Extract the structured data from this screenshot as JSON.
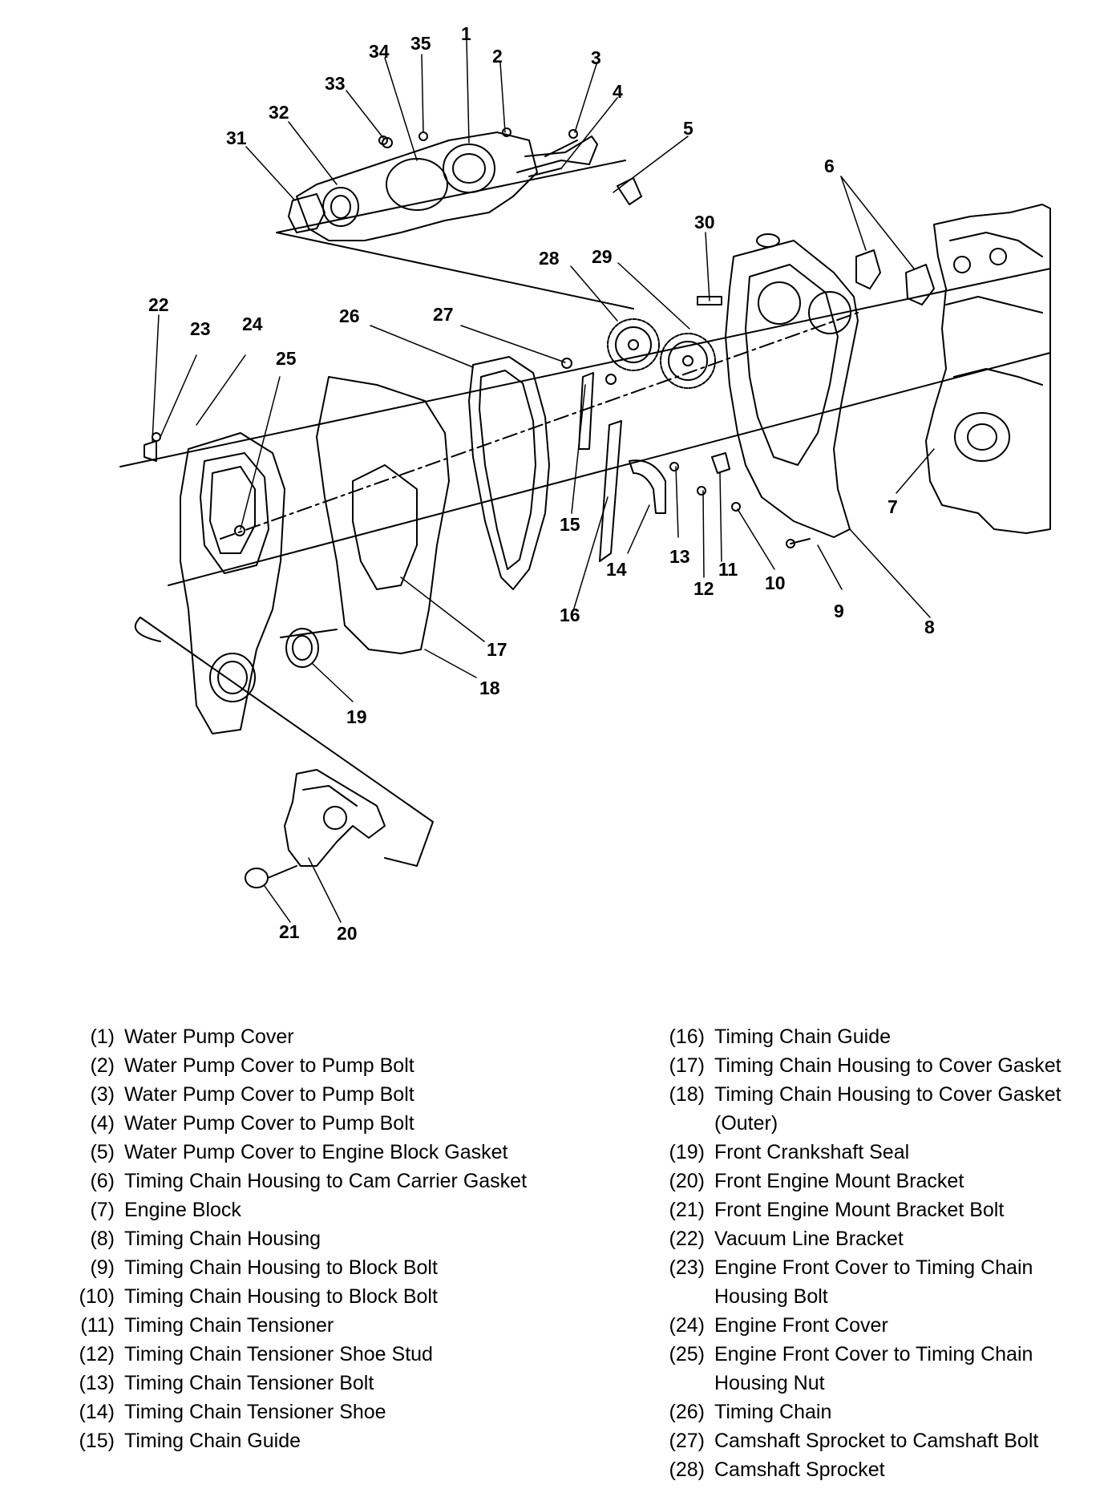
{
  "callouts": [
    "1",
    "2",
    "3",
    "4",
    "5",
    "6",
    "7",
    "8",
    "9",
    "10",
    "11",
    "12",
    "13",
    "14",
    "15",
    "16",
    "17",
    "18",
    "19",
    "20",
    "21",
    "22",
    "23",
    "24",
    "25",
    "26",
    "27",
    "28",
    "29",
    "30",
    "31",
    "32",
    "33",
    "34",
    "35"
  ],
  "legend_left": [
    {
      "num": "(1)",
      "text": "Water Pump Cover"
    },
    {
      "num": "(2)",
      "text": "Water Pump Cover to Pump Bolt"
    },
    {
      "num": "(3)",
      "text": "Water Pump Cover to Pump Bolt"
    },
    {
      "num": "(4)",
      "text": "Water Pump Cover to Pump Bolt"
    },
    {
      "num": "(5)",
      "text": "Water Pump Cover to Engine Block Gasket"
    },
    {
      "num": "(6)",
      "text": "Timing Chain Housing to Cam Carrier Gasket"
    },
    {
      "num": "(7)",
      "text": "Engine Block"
    },
    {
      "num": "(8)",
      "text": "Timing Chain Housing"
    },
    {
      "num": "(9)",
      "text": "Timing Chain Housing to Block Bolt"
    },
    {
      "num": "(10)",
      "text": "Timing Chain Housing to Block Bolt"
    },
    {
      "num": "(11)",
      "text": "Timing Chain Tensioner"
    },
    {
      "num": "(12)",
      "text": "Timing Chain Tensioner Shoe Stud"
    },
    {
      "num": "(13)",
      "text": "Timing Chain Tensioner Bolt"
    },
    {
      "num": "(14)",
      "text": "Timing Chain Tensioner Shoe"
    },
    {
      "num": "(15)",
      "text": "Timing Chain Guide"
    }
  ],
  "legend_right": [
    {
      "num": "(16)",
      "text": "Timing Chain Guide"
    },
    {
      "num": "(17)",
      "text": "Timing Chain Housing to Cover Gasket"
    },
    {
      "num": "(18)",
      "text": "Timing Chain Housing to Cover Gasket (Outer)"
    },
    {
      "num": "(19)",
      "text": "Front Crankshaft Seal"
    },
    {
      "num": "(20)",
      "text": "Front Engine Mount Bracket"
    },
    {
      "num": "(21)",
      "text": "Front Engine Mount Bracket Bolt"
    },
    {
      "num": "(22)",
      "text": "Vacuum Line Bracket"
    },
    {
      "num": "(23)",
      "text": "Engine Front Cover to Timing Chain Housing Bolt"
    },
    {
      "num": "(24)",
      "text": "Engine Front Cover"
    },
    {
      "num": "(25)",
      "text": "Engine Front Cover to Timing Chain Housing Nut"
    },
    {
      "num": "(26)",
      "text": "Timing Chain"
    },
    {
      "num": "(27)",
      "text": "Camshaft Sprocket to Camshaft Bolt"
    },
    {
      "num": "(28)",
      "text": "Camshaft Sprocket"
    }
  ]
}
